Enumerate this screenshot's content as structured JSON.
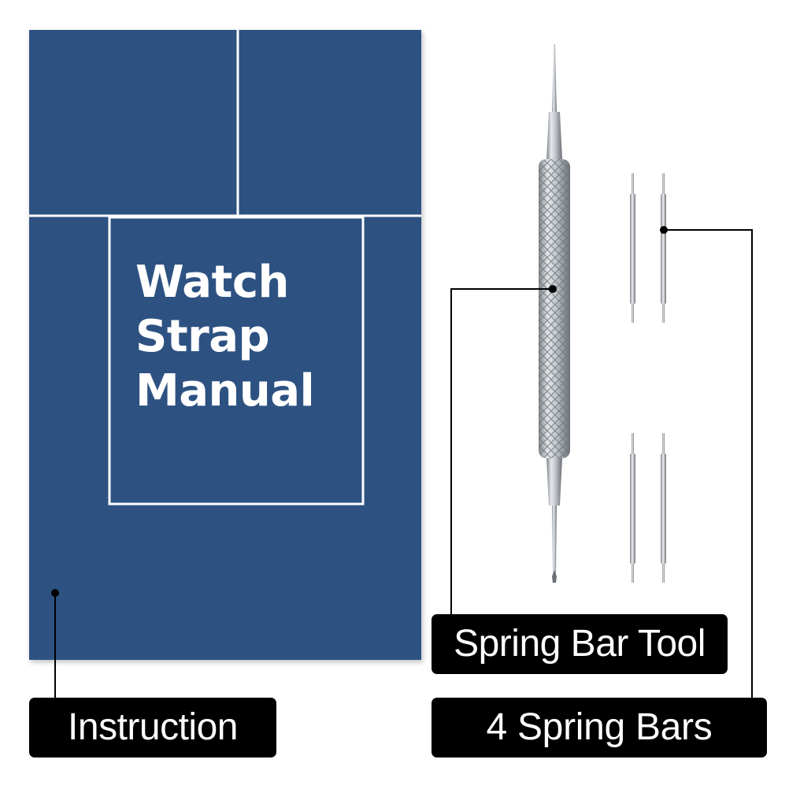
{
  "manual": {
    "title_lines": [
      "Watch",
      "Strap",
      "Manual"
    ],
    "background_color": "#2d5282",
    "line_color": "#ffffff"
  },
  "labels": {
    "instruction": "Instruction",
    "spring_bar_tool": "Spring Bar Tool",
    "spring_bars": "4  Spring Bars"
  },
  "colors": {
    "label_background": "#000000",
    "label_text": "#ffffff",
    "metal": "#b9bec3"
  }
}
